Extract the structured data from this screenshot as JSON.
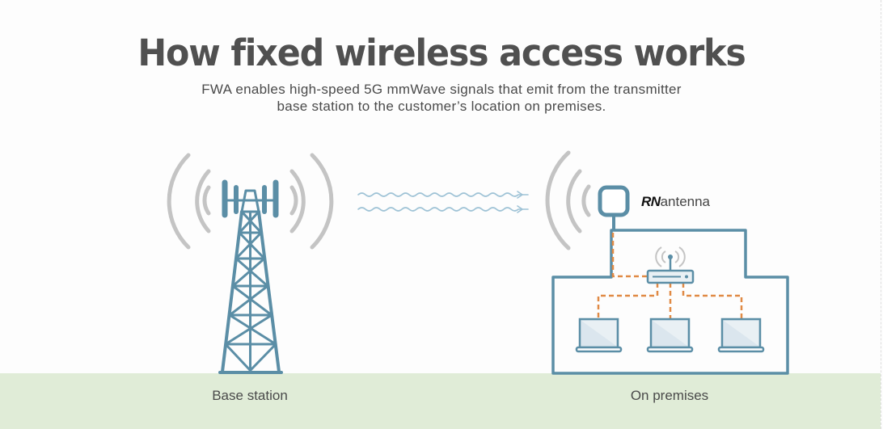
{
  "header": {
    "title": "How fixed wireless access works",
    "subtitle_line1": "FWA enables high-speed 5G mmWave signals that emit from the transmitter",
    "subtitle_line2": "base station to the customer’s location on premises."
  },
  "labels": {
    "base_station": "Base station",
    "on_premises": "On premises"
  },
  "antenna_label": {
    "brand": "RN",
    "text": "antenna"
  },
  "colors": {
    "tower": "#5b8ea6",
    "signal_arcs": "#c4c4c4",
    "waves": "#9fc3d6",
    "ethernet": "#e08a45",
    "ground": "#e0ecd7",
    "title": "#505050"
  },
  "icons": [
    "cell-tower-icon",
    "signal-wave-icon",
    "antenna-icon",
    "router-icon",
    "laptop-icon"
  ]
}
